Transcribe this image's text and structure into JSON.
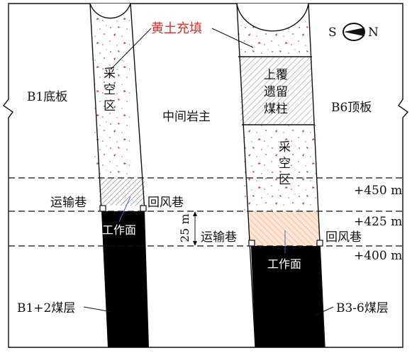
{
  "labels": {
    "b1_floor": "B1底板",
    "b6_roof": "B6顶板",
    "middle_rock": "中间岩主",
    "loess_fill": "黄土充填",
    "goaf_left_1": "采",
    "goaf_left_2": "空",
    "goaf_left_3": "区",
    "goaf_right_1": "采",
    "goaf_right_2": "空",
    "goaf_right_3": "区",
    "pillar_1": "上覆",
    "pillar_2": "遗留",
    "pillar_3": "煤柱",
    "haulage_left": "运输巷",
    "return_left": "回风巷",
    "haulage_right": "运输巷",
    "return_right": "回风巷",
    "working_face_left": "工作面",
    "working_face_right": "工作面",
    "seam_left": "B1+2煤层",
    "seam_right": "B3-6煤层",
    "level_450": "+450 m",
    "level_425": "+425 m",
    "level_400": "+400 m",
    "interval": "25 m",
    "compass_s": "S",
    "compass_n": "N"
  },
  "colors": {
    "loess_red": "#e52b2b",
    "coal": "#000000",
    "line": "#111111"
  },
  "icons": [
    "compass-icon"
  ]
}
